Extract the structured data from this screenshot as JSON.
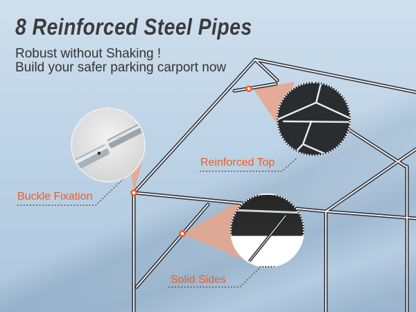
{
  "header": {
    "title": "8 Reinforced Steel Pipes",
    "subtitle_line1": "Robust without Shaking !",
    "subtitle_line2": "Build your safer parking carport now"
  },
  "callouts": [
    {
      "id": "buckle-fixation",
      "label": "Buckle Fixation",
      "detail": "pipe-connector-closeup"
    },
    {
      "id": "reinforced-top",
      "label": "Reinforced Top",
      "detail": "roof-joint-closeup"
    },
    {
      "id": "solid-sides",
      "label": "Solid Sides",
      "detail": "side-brace-closeup"
    }
  ],
  "colors": {
    "accent": "#f05a22",
    "callout_fill": "#e8a48a",
    "title_text": "#3b3b3b",
    "background": "#bdd3e6",
    "pipe": "#2c2c33",
    "canopy_dark": "#2a2d30"
  }
}
